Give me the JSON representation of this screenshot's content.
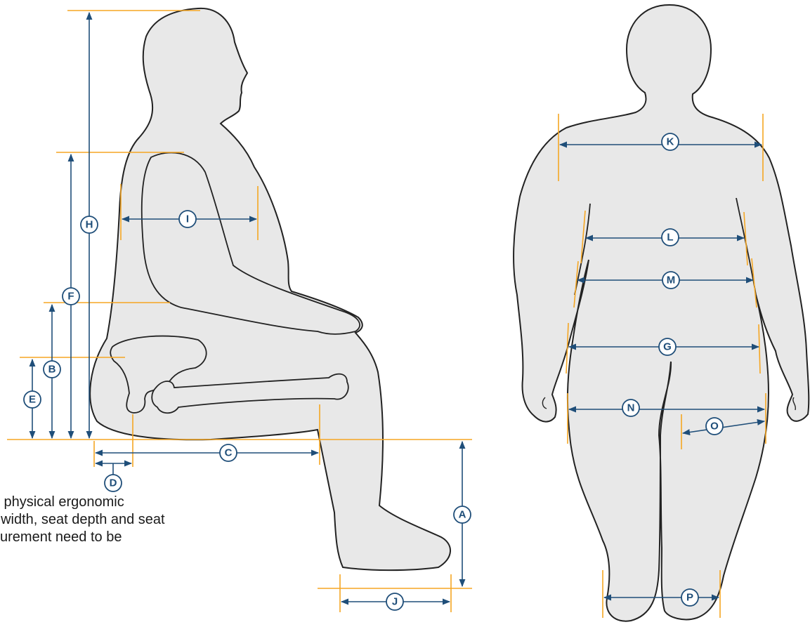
{
  "colors": {
    "silhouette_fill": "#e8e8e8",
    "silhouette_stroke": "#222222",
    "guide_line": "#f5a623",
    "arrow": "#1f4e79",
    "marker_fill": "#ffffff",
    "caption_text": "#1a1a1a"
  },
  "markers": {
    "A": "A",
    "B": "B",
    "C": "C",
    "D": "D",
    "E": "E",
    "F": "F",
    "G": "G",
    "H": "H",
    "I": "I",
    "J": "J",
    "K": "K",
    "L": "L",
    "M": "M",
    "N": "N",
    "O": "O",
    "P": "P"
  },
  "caption": {
    "line1": "s physical ergonomic",
    "line2": "t width, seat depth and seat",
    "line3": "surement need to be"
  }
}
